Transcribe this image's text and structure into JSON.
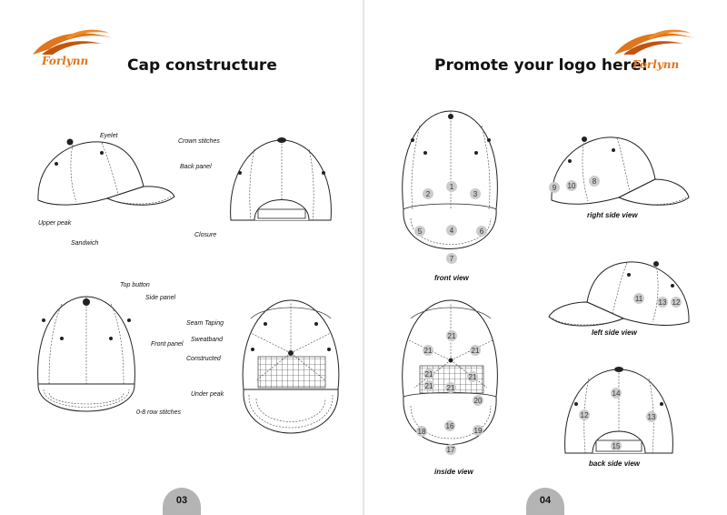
{
  "brand": {
    "name": "Forlynn",
    "accent": "#e0751a",
    "accent_dark": "#c05510"
  },
  "left_page": {
    "heading": "Cap constructure",
    "page_number": "03",
    "labels": {
      "eyelet": "Eyelet",
      "upper_peak": "Upper peak",
      "sandwich": "Sandwich",
      "crown_stitches": "Crown stitches",
      "back_panel": "Back panel",
      "closure": "Closure",
      "top_button": "Top button",
      "side_panel": "Side panel",
      "front_panel": "Front panel",
      "row_stitches": "0-8 row stitches",
      "seam_taping": "Seam Taping",
      "sweatband": "Sweatband",
      "constructed": "Constructed",
      "under_peak": "Under peak"
    }
  },
  "right_page": {
    "heading": "Promote your logo here!",
    "page_number": "04",
    "views": {
      "front": {
        "caption": "front view",
        "numbers": [
          "1",
          "2",
          "3",
          "4",
          "5",
          "6",
          "7"
        ]
      },
      "inside": {
        "caption": "inside view",
        "numbers": [
          "21",
          "21",
          "21",
          "21",
          "21",
          "21",
          "21",
          "20",
          "16",
          "18",
          "19",
          "17"
        ]
      },
      "right_side": {
        "caption": "right side view",
        "numbers": [
          "9",
          "10",
          "8"
        ]
      },
      "left_side": {
        "caption": "left side view",
        "numbers": [
          "11",
          "13",
          "12"
        ]
      },
      "back_side": {
        "caption": "back side view",
        "numbers": [
          "14",
          "12",
          "13",
          "15"
        ]
      }
    }
  }
}
